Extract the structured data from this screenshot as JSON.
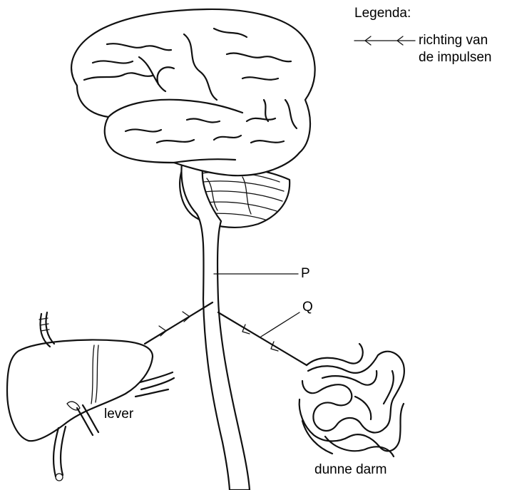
{
  "legend": {
    "title": "Legenda:",
    "line1": "richting van",
    "line2": "de impulsen"
  },
  "labels": {
    "p": "P",
    "q": "Q",
    "liver": "lever",
    "intestine": "dunne darm"
  },
  "colors": {
    "ink": "#111111",
    "background": "#ffffff"
  },
  "icons": {
    "legend_arrow": "left-arrow-line-icon",
    "impulse_arrow": "chevron-left-icon"
  }
}
